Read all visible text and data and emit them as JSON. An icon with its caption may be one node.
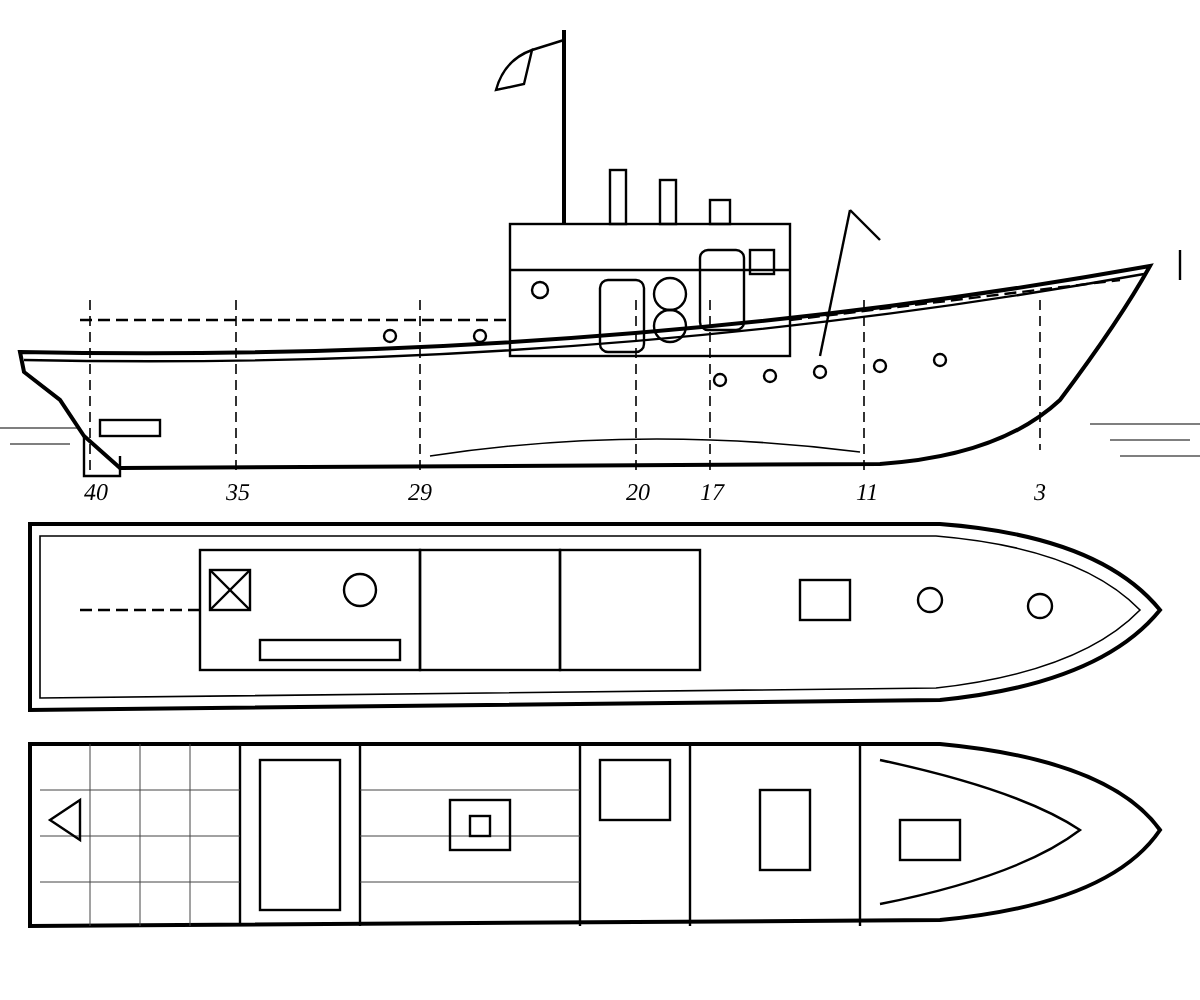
{
  "diagram": {
    "labels": [
      "40",
      "35",
      "29",
      "20",
      "17",
      "11",
      "3"
    ]
  }
}
